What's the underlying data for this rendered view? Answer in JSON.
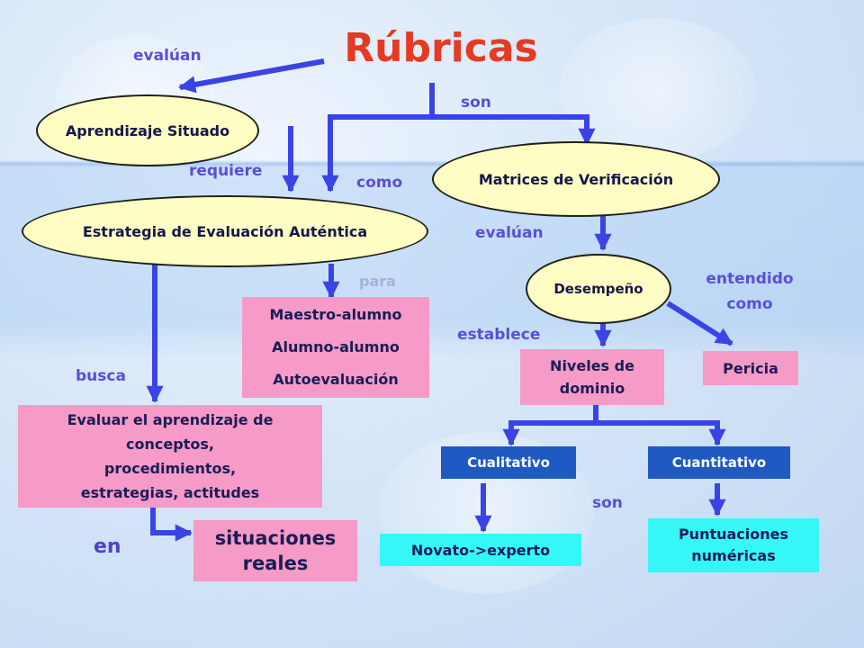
{
  "title": "Rúbricas",
  "nodes": {
    "aprendizaje_situado": "Aprendizaje  Situado",
    "estrategia": "Estrategia de Evaluación Auténtica",
    "matrices": "Matrices de Verificación",
    "desempeno": "Desempeño",
    "roles": [
      "Maestro-alumno",
      "Alumno-alumno",
      "Autoevaluación"
    ],
    "evaluar": [
      "Evaluar el aprendizaje de",
      "conceptos,",
      "procedimientos,",
      "estrategias, actitudes"
    ],
    "situaciones": [
      "situaciones",
      "reales"
    ],
    "niveles": [
      "Niveles de",
      "dominio"
    ],
    "pericia": "Pericia",
    "cualitativo": "Cualitativo",
    "cuantitativo": "Cuantitativo",
    "novato": "Novato->experto",
    "puntuaciones": [
      "Puntuaciones",
      "numéricas"
    ]
  },
  "links": {
    "evaluan_top": "evalúan",
    "son_top": "son",
    "requiere": "requiere",
    "como": "como",
    "evaluan_mid": "evalúan",
    "para": "para",
    "entendido": [
      "entendido",
      "como"
    ],
    "establece": "establece",
    "busca": "busca",
    "son_bottom": "son",
    "en": "en"
  },
  "colors": {
    "title": "#e53a24",
    "arrow": "#3a44e6",
    "oval_fill": "#fdfdc4",
    "pink_box": "#f69ac8",
    "cyan_box": "#35f7f7",
    "blue_box": "#1f5ac2",
    "link_text": "#5a4fd6"
  }
}
